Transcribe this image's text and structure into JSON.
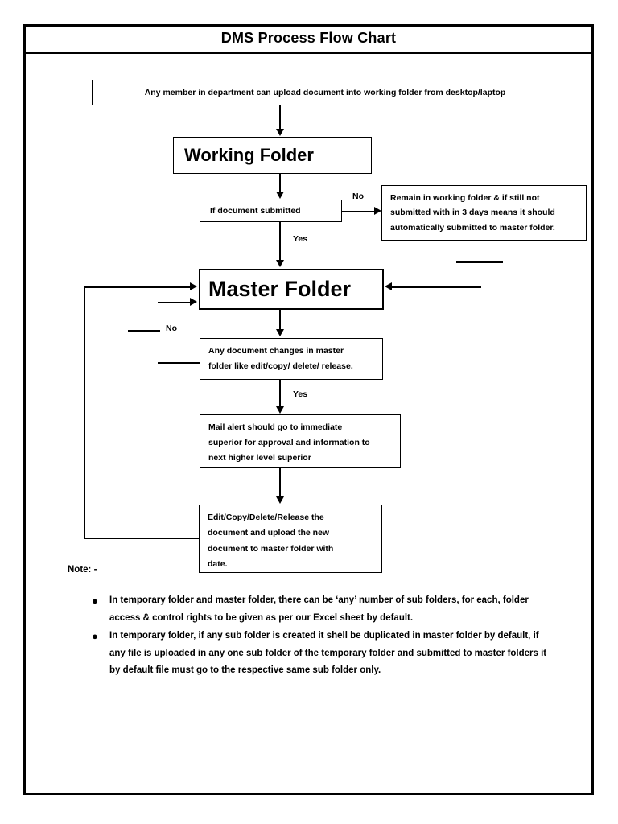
{
  "document": {
    "title": "DMS Process Flow Chart"
  },
  "flow": {
    "nodes": {
      "upload": "Any member in department can upload document into working folder from desktop/laptop",
      "working_folder": "Working Folder",
      "decision_submitted": "If document submitted",
      "remain_working": "Remain in working folder & if still not\nsubmitted with in 3 days means it should\nautomatically submitted to master folder.",
      "master_folder": "Master Folder",
      "document_changes": "Any document changes in master\nfolder like edit/copy/ delete/ release.",
      "mail_alert": "Mail alert should go to immediate\nsuperior for approval and information to\nnext higher level superior",
      "edit_upload": "Edit/Copy/Delete/Release the\ndocument and upload the new\ndocument to master folder with\ndate."
    },
    "labels": {
      "no_submitted": "No",
      "yes_submitted": "Yes",
      "no_changes": "No",
      "yes_changes": "Yes"
    }
  },
  "notes": {
    "heading": "Note: -",
    "bullet_glyph": "●",
    "items": [
      "In temporary folder and master folder, there can be ‘any’ number of sub folders, for each, folder access & control rights to be given as per our Excel sheet by default.",
      "In temporary folder, if any sub folder is created it shell be duplicated in master folder by default, if any file is uploaded in any one sub folder of the temporary folder and submitted to master folders it by default file must go to the respective same sub folder only."
    ]
  },
  "colors": {
    "ink": "#000000",
    "paper": "#ffffff"
  }
}
